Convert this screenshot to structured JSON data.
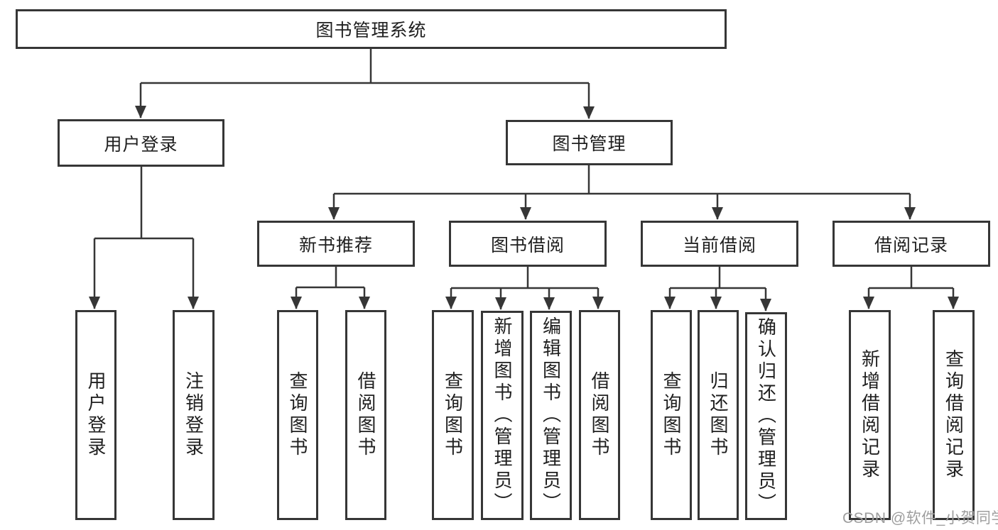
{
  "diagram": {
    "type": "tree",
    "line_color": "#363636",
    "text_color": "#1f1f1f",
    "background": "#ffffff",
    "tree": {
      "label": "图书管理系统",
      "children": [
        {
          "label": "用户登录",
          "children": [
            {
              "label": "用户登录"
            },
            {
              "label": "注销登录"
            }
          ]
        },
        {
          "label": "图书管理",
          "children": [
            {
              "label": "新书推荐",
              "children": [
                {
                  "label": "查询图书"
                },
                {
                  "label": "借阅图书"
                }
              ]
            },
            {
              "label": "图书借阅",
              "children": [
                {
                  "label": "查询图书"
                },
                {
                  "label": "新增图书（管理员）"
                },
                {
                  "label": "编辑图书（管理员）"
                },
                {
                  "label": "借阅图书"
                }
              ]
            },
            {
              "label": "当前借阅",
              "children": [
                {
                  "label": "查询图书"
                },
                {
                  "label": "归还图书"
                },
                {
                  "label": "确认归还（管理员）"
                }
              ]
            },
            {
              "label": "借阅记录",
              "children": [
                {
                  "label": "新增借阅记录"
                },
                {
                  "label": "查询借阅记录"
                }
              ]
            }
          ]
        }
      ]
    }
  },
  "watermark": {
    "text": "CSDN @软件_小贺同学",
    "color": "#9e9e9e"
  }
}
